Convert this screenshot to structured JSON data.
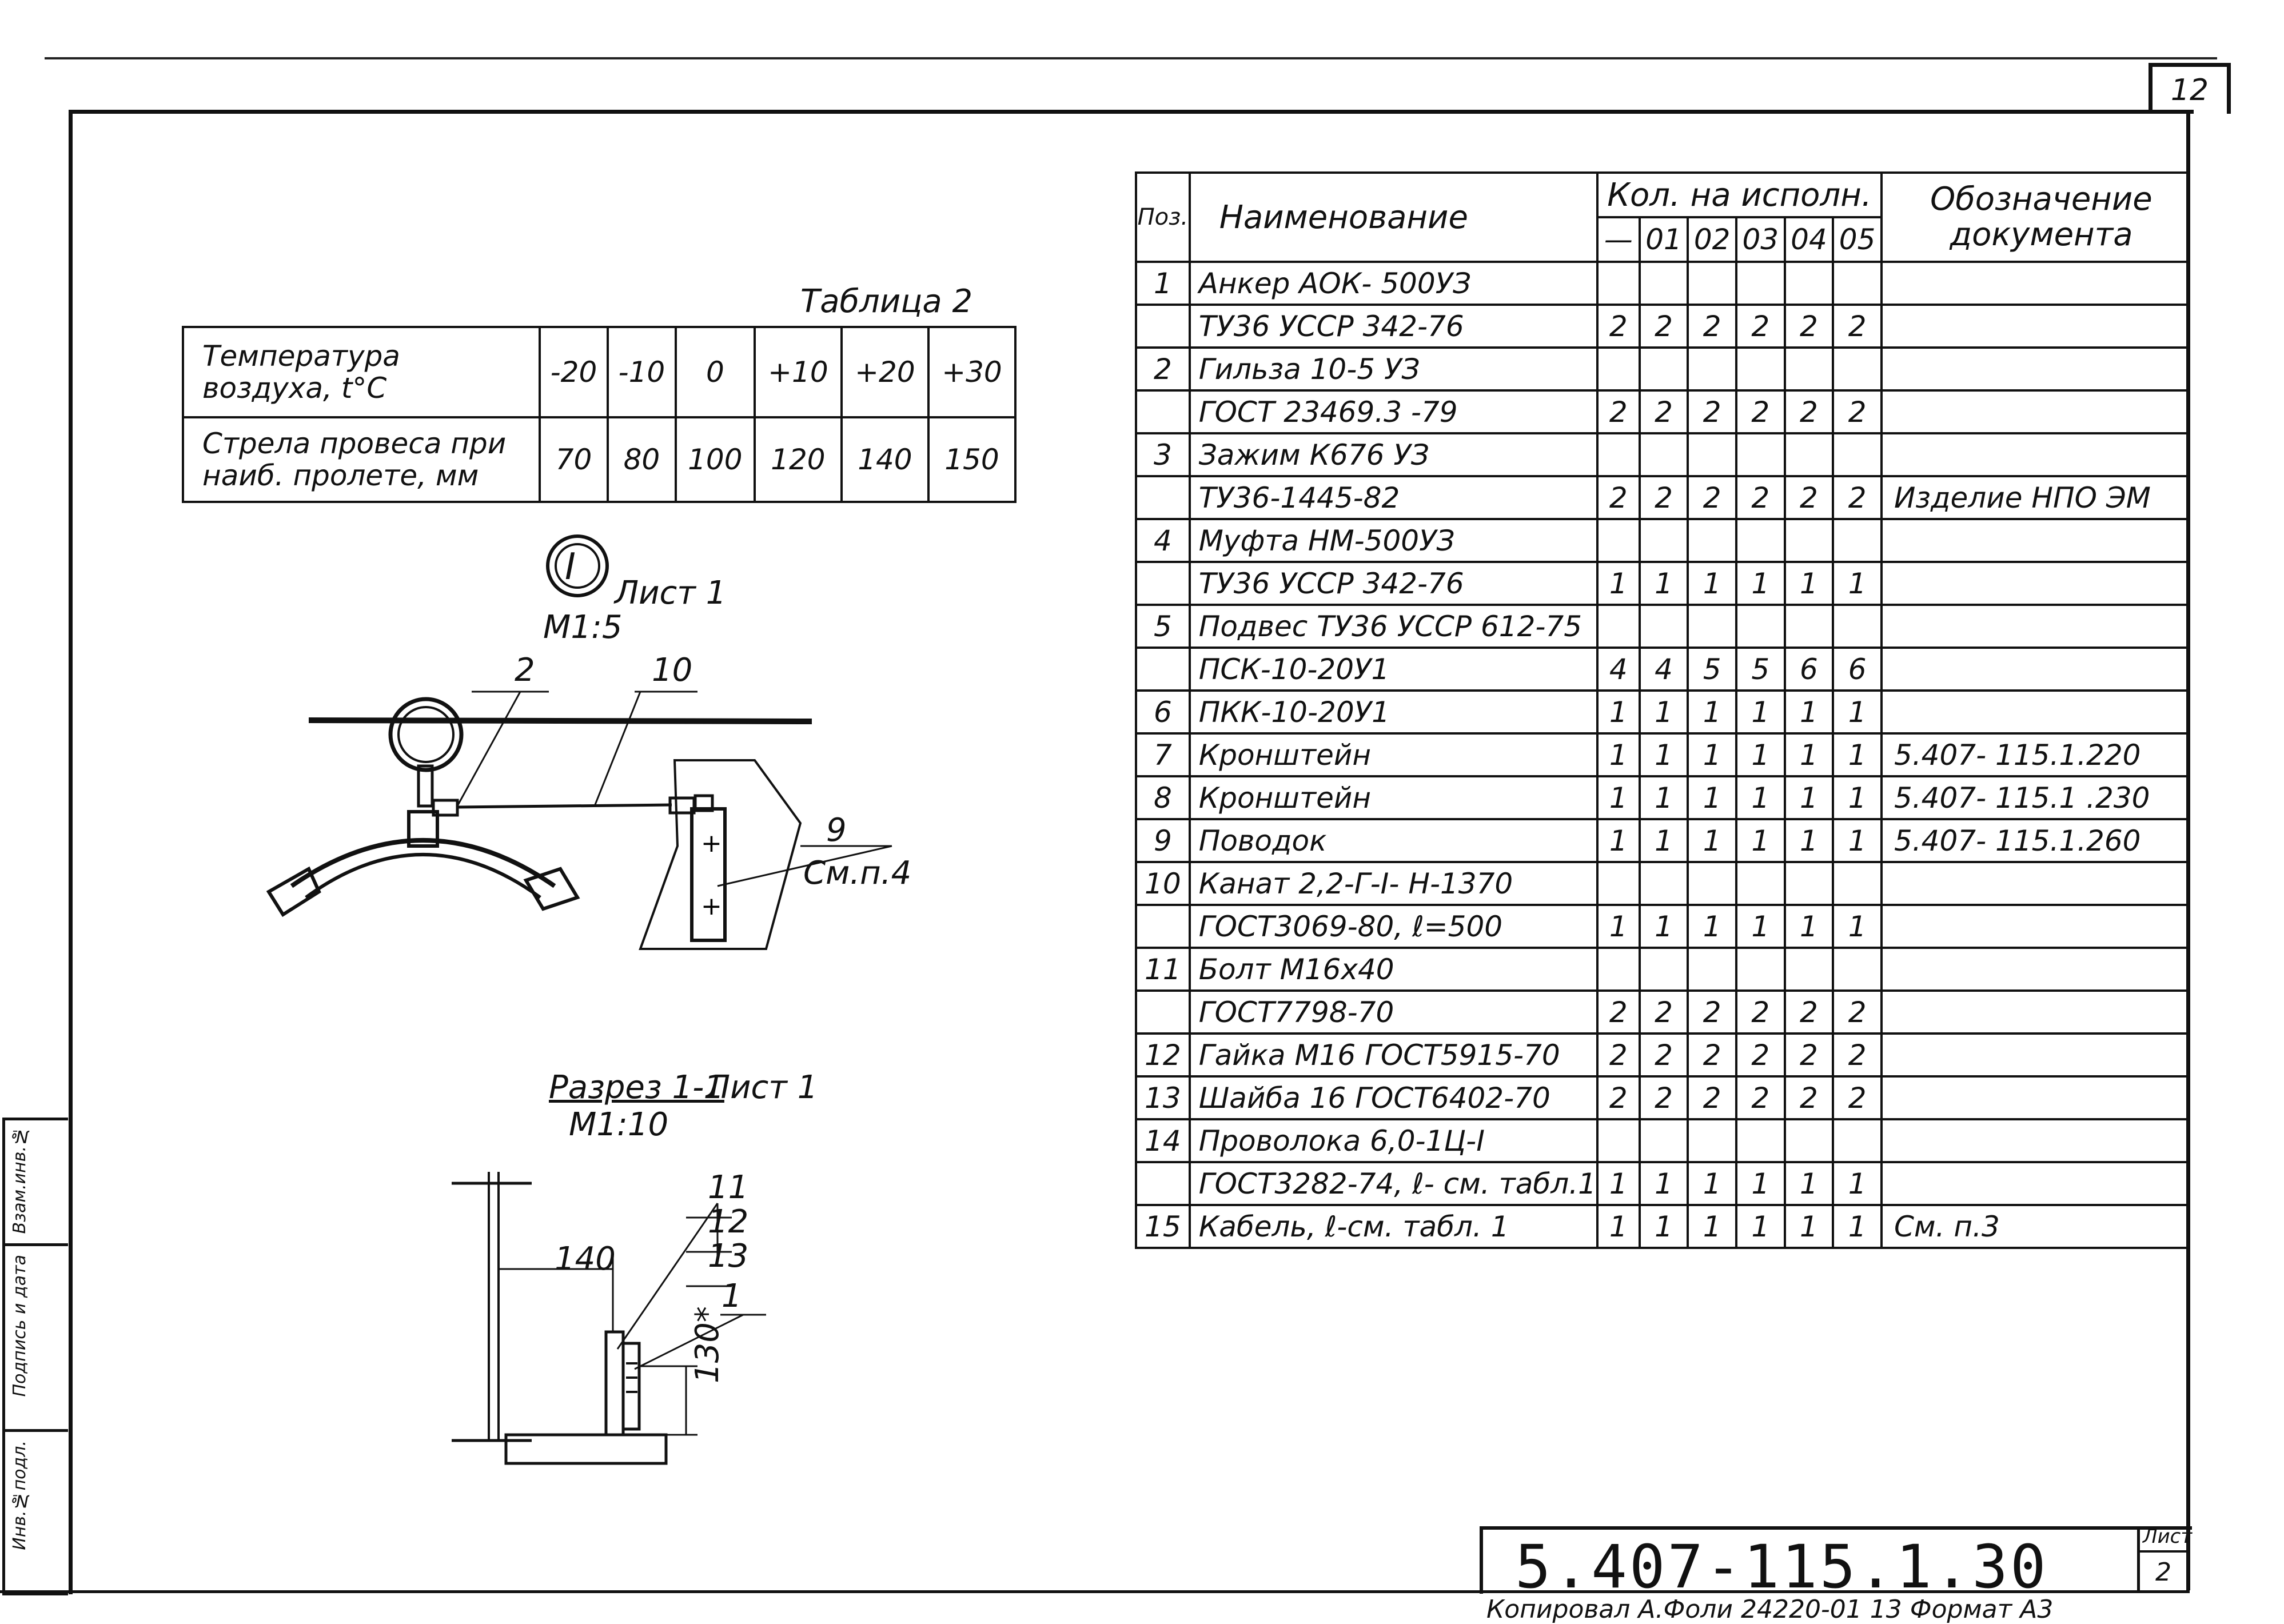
{
  "sheet_number": "12",
  "table2": {
    "caption": "Таблица 2",
    "row1_label": [
      "Температура",
      "воздуха, t°C"
    ],
    "row1_values": [
      "-20",
      "-10",
      "0",
      "+10",
      "+20",
      "+30"
    ],
    "row2_label": [
      "Стрела провеса при",
      "наиб. пролете, мм"
    ],
    "row2_values": [
      "70",
      "80",
      "100",
      "120",
      "140",
      "150"
    ]
  },
  "detail1": {
    "ref_label": "I",
    "sheet_ref": "Лист 1",
    "scale": "М1:5",
    "callouts": [
      "2",
      "10",
      "9"
    ],
    "note": "См.п.4"
  },
  "section": {
    "title": "Разрез 1-1",
    "sheet_ref": "Лист 1",
    "scale": "М1:10",
    "callouts": [
      "11",
      "12",
      "13",
      "1"
    ],
    "dim_horizontal": "140",
    "dim_vertical": "130*"
  },
  "spec": {
    "headers": {
      "pos": "Поз.",
      "name": "Наименование",
      "qty_group": "Кол. на исполн.",
      "qty_cols": [
        "—",
        "01",
        "02",
        "03",
        "04",
        "05"
      ],
      "doc": [
        "Обозначение",
        "документа"
      ]
    },
    "rows": [
      {
        "pos": "1",
        "name": "Анкер АОК- 500УЗ",
        "q": [
          "",
          "",
          "",
          "",
          "",
          ""
        ],
        "doc": ""
      },
      {
        "pos": "",
        "name": "ТУ36 УССР 342-76",
        "q": [
          "2",
          "2",
          "2",
          "2",
          "2",
          "2"
        ],
        "doc": ""
      },
      {
        "pos": "2",
        "name": "Гильза 10-5 УЗ",
        "q": [
          "",
          "",
          "",
          "",
          "",
          ""
        ],
        "doc": ""
      },
      {
        "pos": "",
        "name": "ГОСТ 23469.3 -79",
        "q": [
          "2",
          "2",
          "2",
          "2",
          "2",
          "2"
        ],
        "doc": ""
      },
      {
        "pos": "3",
        "name": "Зажим К676 УЗ",
        "q": [
          "",
          "",
          "",
          "",
          "",
          ""
        ],
        "doc": ""
      },
      {
        "pos": "",
        "name": "ТУ36-1445-82",
        "q": [
          "2",
          "2",
          "2",
          "2",
          "2",
          "2"
        ],
        "doc": "Изделие НПО ЭМ"
      },
      {
        "pos": "4",
        "name": "Муфта НМ-500УЗ",
        "q": [
          "",
          "",
          "",
          "",
          "",
          ""
        ],
        "doc": ""
      },
      {
        "pos": "",
        "name": "ТУ36 УССР 342-76",
        "q": [
          "1",
          "1",
          "1",
          "1",
          "1",
          "1"
        ],
        "doc": ""
      },
      {
        "pos": "5",
        "name": "Подвес ТУ36 УССР 612-75",
        "q": [
          "",
          "",
          "",
          "",
          "",
          ""
        ],
        "doc": ""
      },
      {
        "pos": "",
        "name": "ПСК-10-20У1",
        "q": [
          "4",
          "4",
          "5",
          "5",
          "6",
          "6"
        ],
        "doc": ""
      },
      {
        "pos": "6",
        "name": "ПКК-10-20У1",
        "q": [
          "1",
          "1",
          "1",
          "1",
          "1",
          "1"
        ],
        "doc": ""
      },
      {
        "pos": "7",
        "name": "Кронштейн",
        "q": [
          "1",
          "1",
          "1",
          "1",
          "1",
          "1"
        ],
        "doc": "5.407- 115.1.220"
      },
      {
        "pos": "8",
        "name": "Кронштейн",
        "q": [
          "1",
          "1",
          "1",
          "1",
          "1",
          "1"
        ],
        "doc": "5.407- 115.1 .230"
      },
      {
        "pos": "9",
        "name": "Поводок",
        "q": [
          "1",
          "1",
          "1",
          "1",
          "1",
          "1"
        ],
        "doc": "5.407- 115.1.260"
      },
      {
        "pos": "10",
        "name": "Канат 2,2-Г-I- Н-1370",
        "q": [
          "",
          "",
          "",
          "",
          "",
          ""
        ],
        "doc": ""
      },
      {
        "pos": "",
        "name": "ГОСТ3069-80, ℓ=500",
        "q": [
          "1",
          "1",
          "1",
          "1",
          "1",
          "1"
        ],
        "doc": ""
      },
      {
        "pos": "11",
        "name": "Болт М16х40",
        "q": [
          "",
          "",
          "",
          "",
          "",
          ""
        ],
        "doc": ""
      },
      {
        "pos": "",
        "name": "ГОСТ7798-70",
        "q": [
          "2",
          "2",
          "2",
          "2",
          "2",
          "2"
        ],
        "doc": ""
      },
      {
        "pos": "12",
        "name": "Гайка М16 ГОСТ5915-70",
        "q": [
          "2",
          "2",
          "2",
          "2",
          "2",
          "2"
        ],
        "doc": ""
      },
      {
        "pos": "13",
        "name": "Шайба 16 ГОСТ6402-70",
        "q": [
          "2",
          "2",
          "2",
          "2",
          "2",
          "2"
        ],
        "doc": ""
      },
      {
        "pos": "14",
        "name": "Проволока 6,0-1Ц-I",
        "q": [
          "",
          "",
          "",
          "",
          "",
          ""
        ],
        "doc": ""
      },
      {
        "pos": "",
        "name": "ГОСТ3282-74, ℓ- см. табл.1",
        "q": [
          "1",
          "1",
          "1",
          "1",
          "1",
          "1"
        ],
        "doc": ""
      },
      {
        "pos": "15",
        "name": "Кабель, ℓ-см. табл. 1",
        "q": [
          "1",
          "1",
          "1",
          "1",
          "1",
          "1"
        ],
        "doc": "См. п.3"
      }
    ]
  },
  "stamp_strip": [
    "Инв.№подл.",
    "Подпись и дата",
    "Взам.инв.№"
  ],
  "title_block": {
    "code": "5.407-115.1.30",
    "sheet_label": "Лист",
    "sheet_num": "2"
  },
  "footer": "Копировал  А.Фоли  24220-01  13    Формат  А3"
}
